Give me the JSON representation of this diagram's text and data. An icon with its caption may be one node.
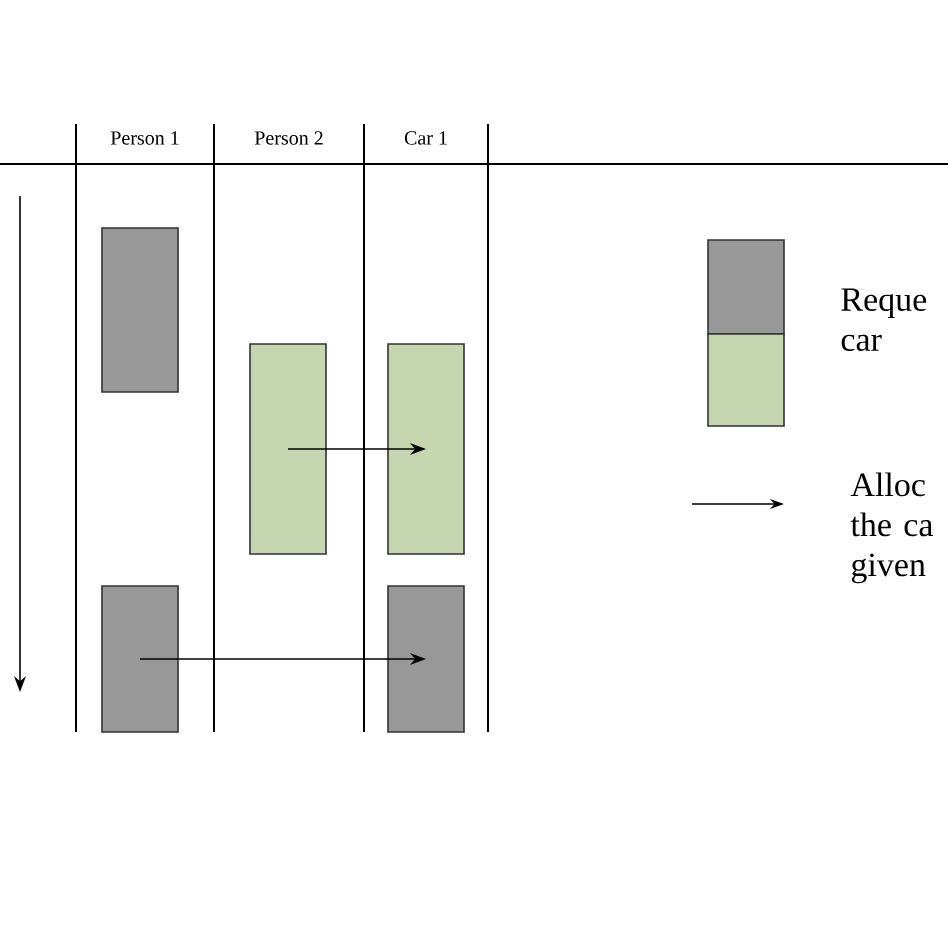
{
  "diagram": {
    "nodes": [
      {
        "text": [],
        "shape": "box"
      },
      {
        "text": [],
        "shape": "box"
      },
      {
        "text": [],
        "shape": "box"
      },
      {
        "text": [],
        "shape": "box"
      },
      {
        "text": [],
        "shape": "box"
      }
    ],
    "edges": [
      {
        "from": 1,
        "to": 2,
        "arrow": "to"
      },
      {
        "from": 3,
        "to": 4,
        "arrow": "to"
      }
    ],
    "labels": [
      "Person 1",
      "Person 2",
      "Car 1"
    ],
    "legend": [
      {
        "text": "Reque car"
      },
      {
        "text": "Alloc the ca given"
      }
    ]
  }
}
